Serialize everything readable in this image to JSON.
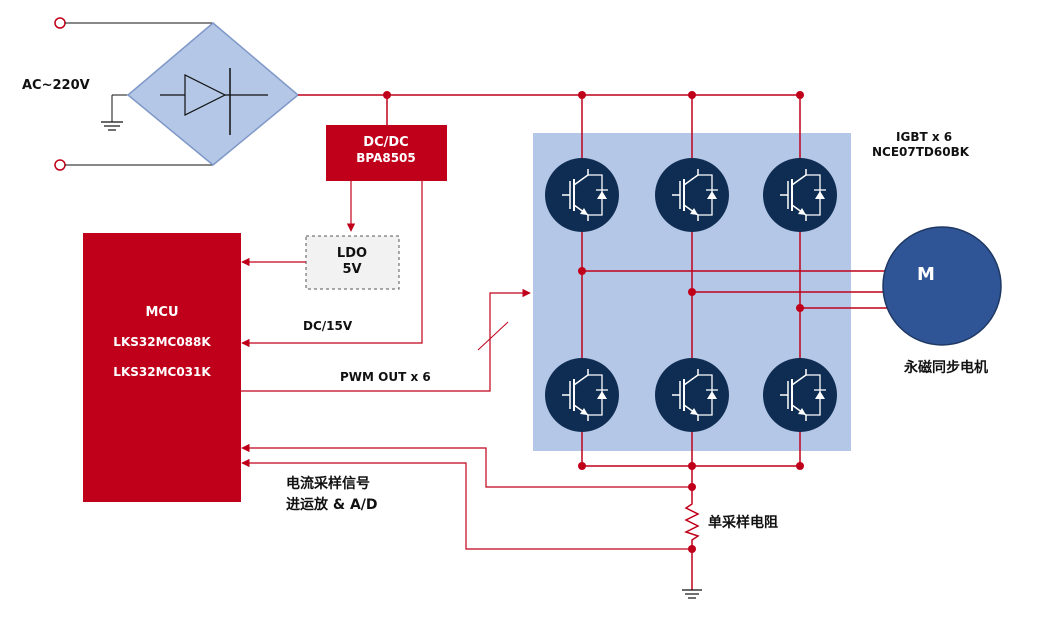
{
  "colors": {
    "wire": "#c0001a",
    "black_wire": "#111111",
    "block_red": "#c0001a",
    "igbt_panel": "#b4c7e7",
    "igbt_circle": "#0f2d52",
    "motor_fill": "#2f5597",
    "bridge_fill": "#b4c7e7"
  },
  "labels": {
    "ac_input": "AC~220V",
    "dcdc_line1": "DC/DC",
    "dcdc_line2": "BPA8505",
    "ldo_line1": "LDO",
    "ldo_line2": "5V",
    "mcu_title": "MCU",
    "mcu_part1": "LKS32MC088K",
    "mcu_part2": "LKS32MC031K",
    "dc15v": "DC/15V",
    "pwm_out": "PWM OUT x 6",
    "igbt_line1": "IGBT x 6",
    "igbt_line2": "NCE07TD60BK",
    "motor_letter": "M",
    "motor_name": "永磁同步电机",
    "current_sense_line1": "电流采样信号",
    "current_sense_line2": "进运放 & A/D",
    "shunt_resistor": "单采样电阻"
  },
  "icons": {
    "bridge": "diode-bridge-icon",
    "igbt": "igbt-transistor-icon",
    "ground": "ground-icon",
    "resistor": "resistor-icon",
    "motor": "motor-icon"
  }
}
